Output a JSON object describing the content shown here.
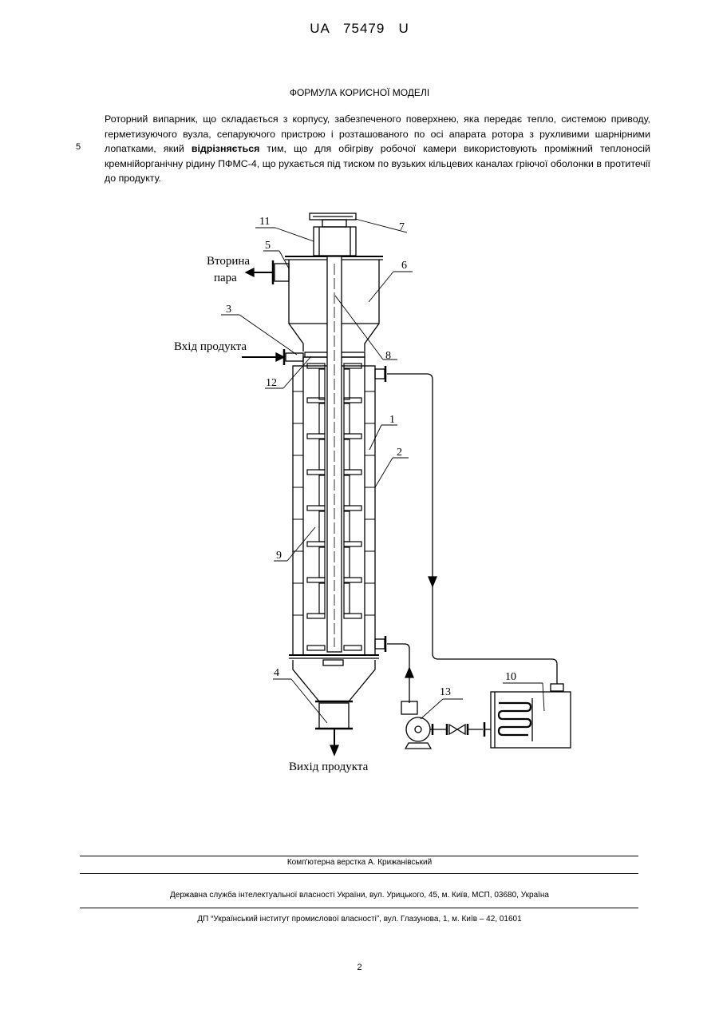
{
  "header": {
    "doc_id": "UA   75479   U"
  },
  "section_title": "ФОРМУЛА КОРИСНОЇ МОДЕЛІ",
  "line_number": "5",
  "claim": {
    "part1": "Роторний випарник, що складається з корпусу, забезпеченого поверхнею, яка передає тепло, системою приводу, герметизуючого вузла, сепаруючого пристрою і розташованого по осі апарата ротора з рухливими шарнірними лопатками, який ",
    "bold": "відрізняється",
    "part2": " тим, що для обігріву робочої камери використовують проміжний теплоносій кремнійорганічну рідину ПФМС-4, що рухається під тиском по вузьких кільцевих каналах гріючої оболонки в протитечії до продукту."
  },
  "figure": {
    "labels": {
      "n1": "1",
      "n2": "2",
      "n3": "3",
      "n4": "4",
      "n5": "5",
      "n6": "6",
      "n7": "7",
      "n8": "8",
      "n9": "9",
      "n10": "10",
      "n11": "11",
      "n12": "12",
      "n13": "13"
    },
    "captions": {
      "secondary_steam_1": "Вторина",
      "secondary_steam_2": "пара",
      "product_inlet": "Вхід продукта",
      "product_outlet": "Вихід продукта"
    }
  },
  "footer": {
    "layout_credit": "Комп'ютерна верстка А. Крижанівський",
    "agency": "Державна служба інтелектуальної власності України, вул. Урицького, 45, м. Київ, МСП, 03680, Україна",
    "institute": "ДП “Український інститут промислової власності”, вул. Глазунова, 1, м. Київ – 42, 01601"
  },
  "page_number": "2"
}
